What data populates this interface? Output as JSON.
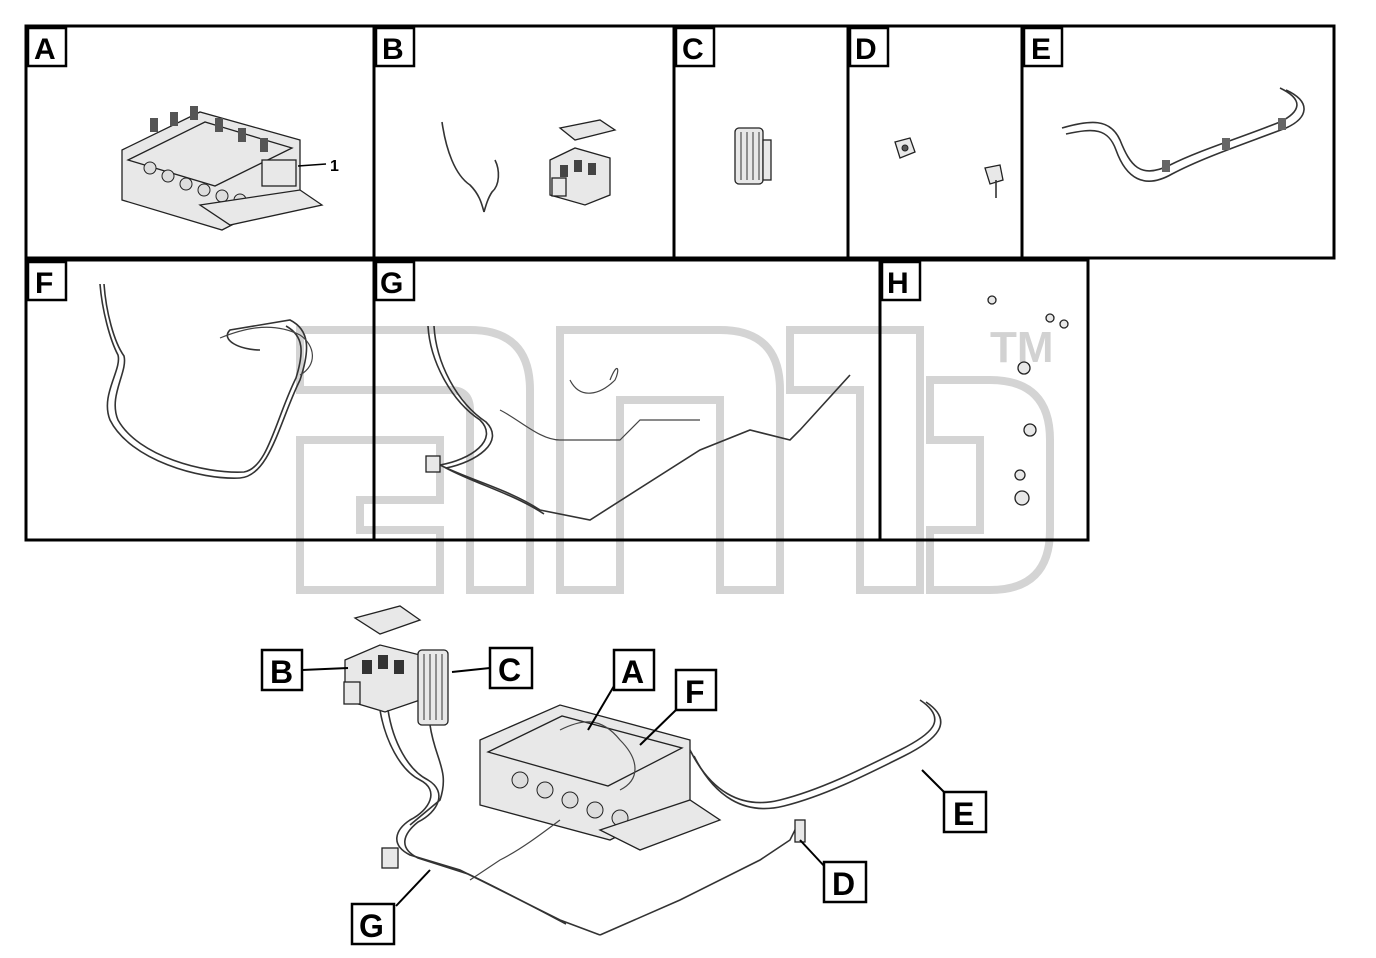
{
  "panels": [
    {
      "id": "A",
      "label": "A"
    },
    {
      "id": "B",
      "label": "B"
    },
    {
      "id": "C",
      "label": "C"
    },
    {
      "id": "D",
      "label": "D"
    },
    {
      "id": "E",
      "label": "E"
    },
    {
      "id": "F",
      "label": "F"
    },
    {
      "id": "G",
      "label": "G"
    },
    {
      "id": "H",
      "label": "H"
    }
  ],
  "callout_panel_a": "1",
  "watermark_tm": "TM",
  "assembly_tags": {
    "B": "B",
    "C": "C",
    "A": "A",
    "F": "F",
    "E": "E",
    "D": "D",
    "G": "G"
  }
}
